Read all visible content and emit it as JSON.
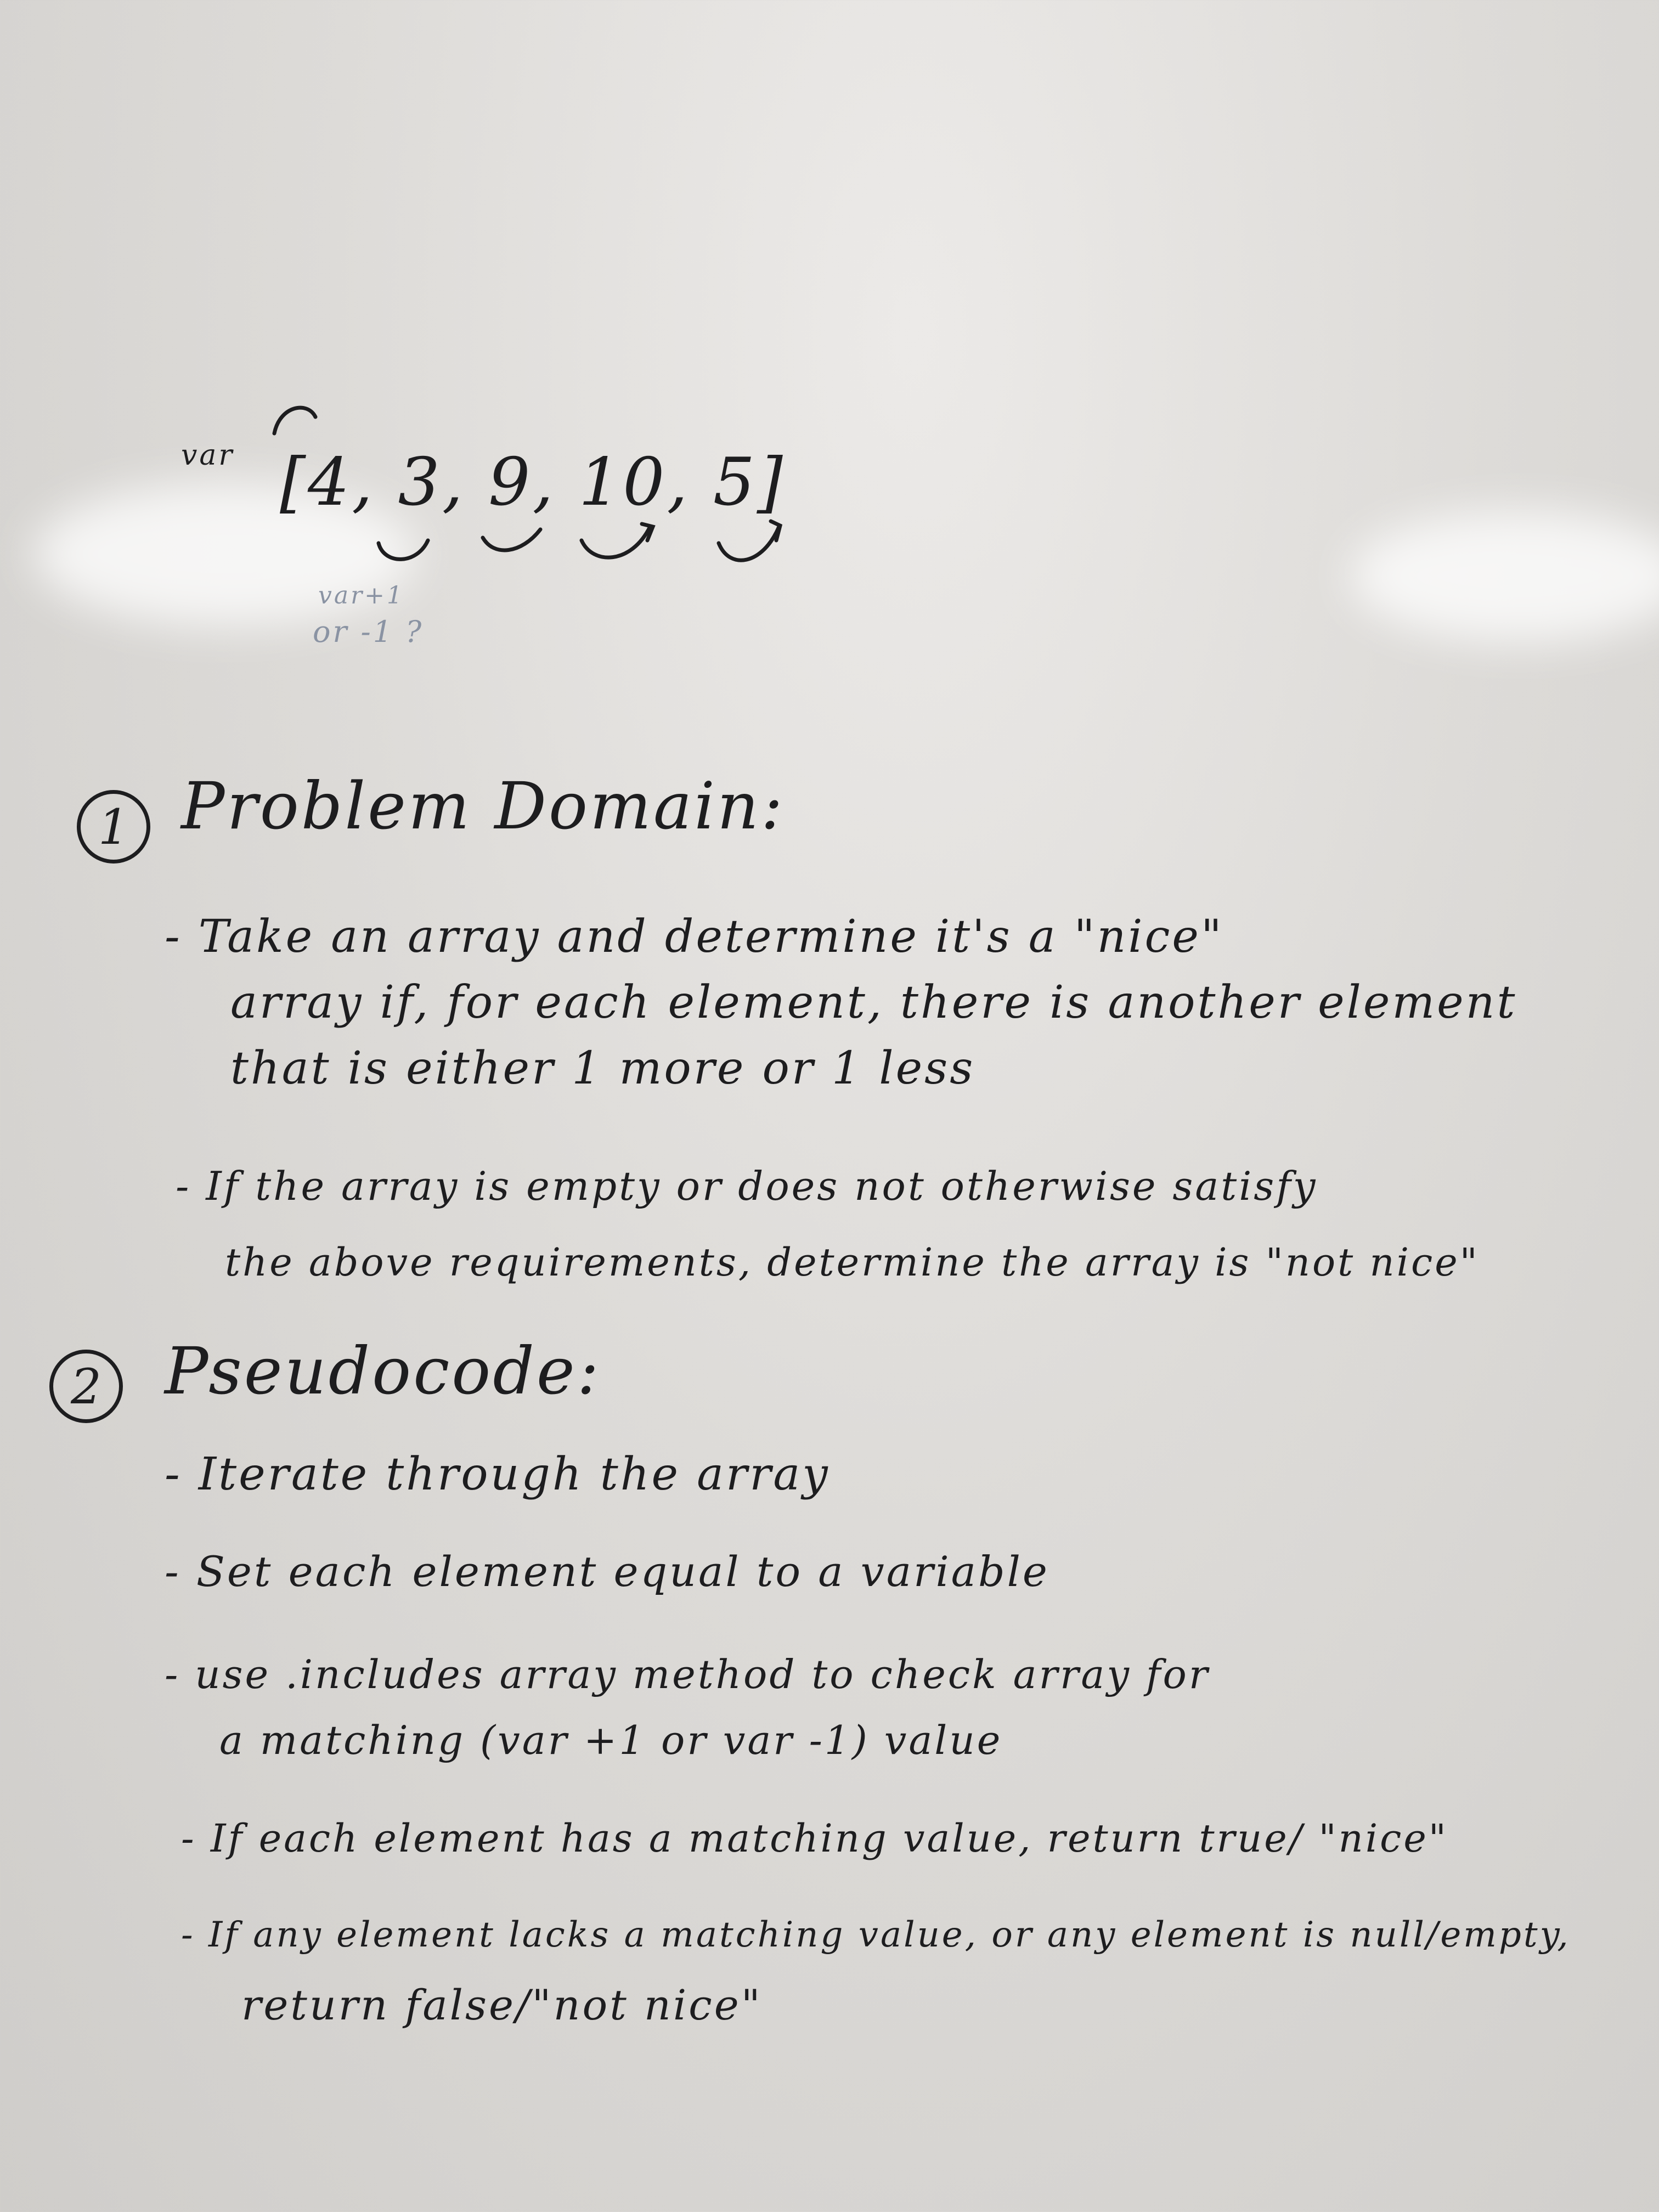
{
  "whiteboard": {
    "array_sketch": {
      "var_label": "var",
      "array_text": "[4, 3, 9, 10, 5]",
      "annotation_line1": "var+1",
      "annotation_line2": "or -1 ?"
    },
    "section1": {
      "number": "1",
      "title": "Problem Domain:",
      "bullets": [
        {
          "lines": [
            "- Take an array and determine it's a \"nice\"",
            "array if, for each element, there is another element",
            "that is either 1 more or 1 less"
          ]
        },
        {
          "lines": [
            "- If the array is empty or does not otherwise satisfy",
            "the above requirements, determine the array is \"not nice\""
          ]
        }
      ]
    },
    "section2": {
      "number": "2",
      "title": "Pseudocode:",
      "bullets": [
        {
          "lines": [
            "- Iterate through the array"
          ]
        },
        {
          "lines": [
            "- Set each element equal to a variable"
          ]
        },
        {
          "lines": [
            "- use .includes array method to check array for",
            "a matching (var +1 or var -1) value"
          ]
        },
        {
          "lines": [
            "- If each element has a matching value, return true/ \"nice\""
          ]
        },
        {
          "lines": [
            "- If any element lacks a matching value, or any element is null/empty,",
            "return false/\"not nice\""
          ]
        }
      ]
    }
  }
}
